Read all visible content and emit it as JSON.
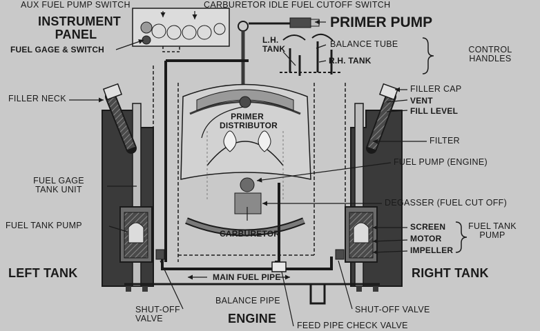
{
  "labels": {
    "aux_fuel_pump_switch": "AUX FUEL PUMP SWITCH",
    "carburetor_idle_fuel_cutoff_switch": "CARBURETOR IDLE FUEL CUTOFF SWITCH",
    "instrument_panel": "INSTRUMENT PANEL",
    "fuel_gage_and_switch": "FUEL GAGE & SWITCH",
    "primer_pump": "PRIMER PUMP",
    "lh_tank": "L.H. TANK",
    "balance_tube": "BALANCE TUBE",
    "rh_tank": "R.H. TANK",
    "control_handles": "CONTROL HANDLES",
    "filler_neck": "FILLER NECK",
    "filler_cap": "FILLER CAP",
    "vent": "VENT",
    "fill_level": "FILL LEVEL",
    "primer_distributor": "PRIMER DISTRIBUTOR",
    "filter": "FILTER",
    "fuel_pump_engine": "FUEL PUMP (ENGINE)",
    "fuel_gage_tank_unit": "FUEL GAGE TANK UNIT",
    "degasser": "DEGASSER (FUEL CUT OFF)",
    "fuel_tank_pump_left": "FUEL TANK PUMP",
    "screen": "SCREEN",
    "motor": "MOTOR",
    "impeller": "IMPELLER",
    "fuel_tank_pump_right": "FUEL TANK PUMP",
    "carburetor": "CARBURETOR",
    "left_tank": "LEFT TANK",
    "right_tank": "RIGHT TANK",
    "main_fuel_pipe": "MAIN FUEL PIPE",
    "balance_pipe": "BALANCE PIPE",
    "shut_off_valve_left": "SHUT-OFF VALVE",
    "engine": "ENGINE",
    "shut_off_valve_right": "SHUT-OFF VALVE",
    "feed_pipe_check_valve": "FEED PIPE CHECK VALVE"
  },
  "colors": {
    "background": "#c9c9c9",
    "tank_fill": "#3a3a3a",
    "line": "#1a1a1a",
    "pipe_fill": "#6b6b6b"
  }
}
